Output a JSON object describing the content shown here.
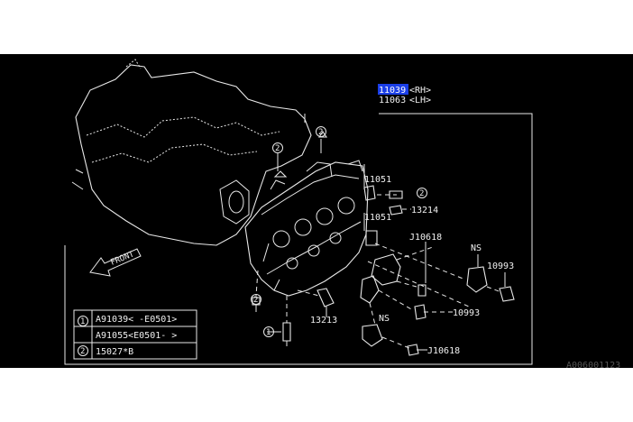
{
  "title_parts": {
    "rh_code": "11039",
    "rh_suffix": "<RH>",
    "lh_code": "11063",
    "lh_suffix": "<LH>"
  },
  "callouts": {
    "p11051_upper": "11051",
    "p11051_lower": "11051",
    "p13214": "13214",
    "pJ10618_upper": "J10618",
    "pNS_right": "NS",
    "p10993_right": "10993",
    "p10993_lower": "10993",
    "pNS_lower": "NS",
    "p13213": "13213",
    "pJ10618_lower": "J10618"
  },
  "markers": {
    "circle_1": "1",
    "circle_2": "2"
  },
  "front_label": "FRONT",
  "legend": {
    "rows": [
      {
        "marker": "1",
        "text": "A91039< -E0501>"
      },
      {
        "marker": "",
        "text": "A91055<E0501- >"
      },
      {
        "marker": "2",
        "text": "15027*B"
      }
    ]
  },
  "footer_code": "A006001123",
  "colors": {
    "background": "#000000",
    "linework": "#e8e8e8",
    "highlight": "#1a3ee6"
  }
}
